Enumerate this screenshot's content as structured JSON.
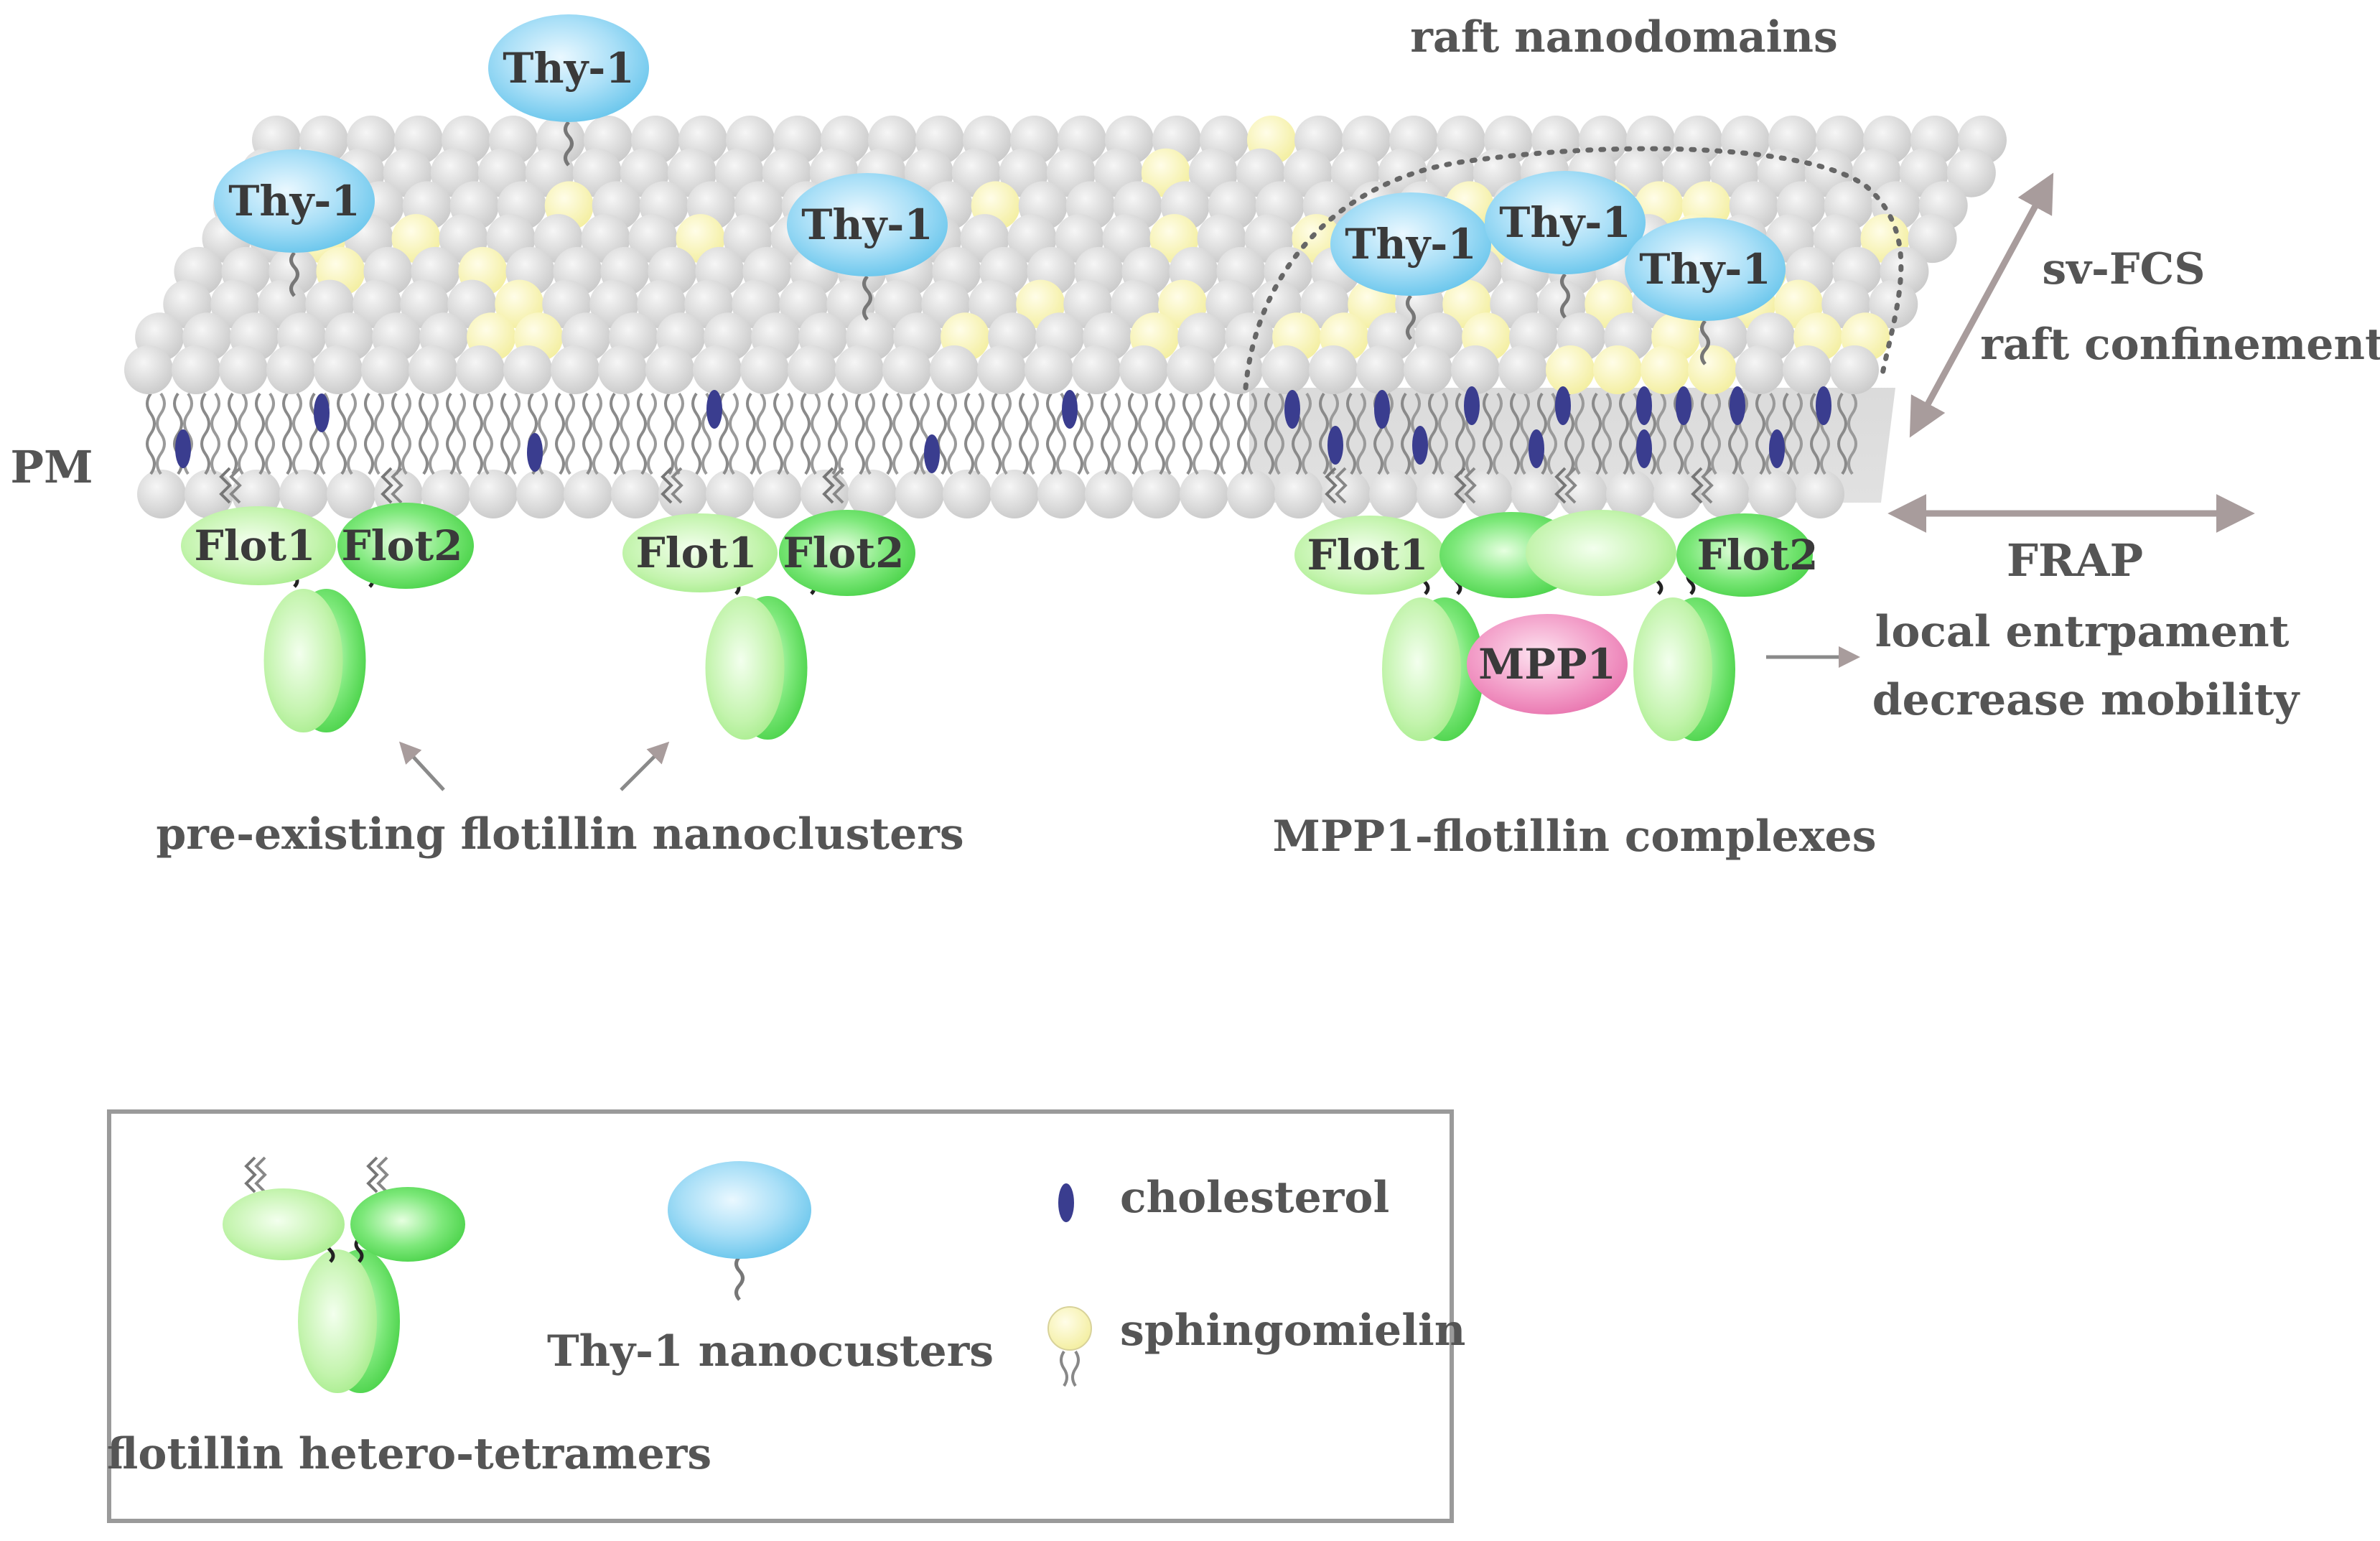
{
  "labels": {
    "raft_nanodomains": "raft nanodomains",
    "pm": "PM",
    "sv_fcs": "sv-FCS",
    "raft_confinement": "raft confinement",
    "frap": "FRAP",
    "local_entrapment": "local entrpament",
    "decrease_mobility": "decrease mobility",
    "pre_existing": "pre-existing flotillin nanoclusters",
    "mpp1_complexes": "MPP1-flotillin complexes"
  },
  "proteins": {
    "thy1": "Thy-1",
    "flot1": "Flot1",
    "flot2": "Flot2",
    "mpp1": "MPP1"
  },
  "legend": {
    "flotillin": "flotillin hetero-tetramers",
    "thy1": "Thy-1 nanocusters",
    "cholesterol": "cholesterol",
    "sphingomyelin": "sphingomielin"
  },
  "colors": {
    "lipid_head": "#d9d9d9",
    "sphingomyelin": "#fbf7c2",
    "cholesterol": "#3a3d8f",
    "thy1": "#8fd3f4",
    "flotillin_light": "#b8f0a0",
    "flotillin_dark": "#4cd94c",
    "mpp1": "#ee80b8",
    "arrow": "#a89c9c"
  }
}
